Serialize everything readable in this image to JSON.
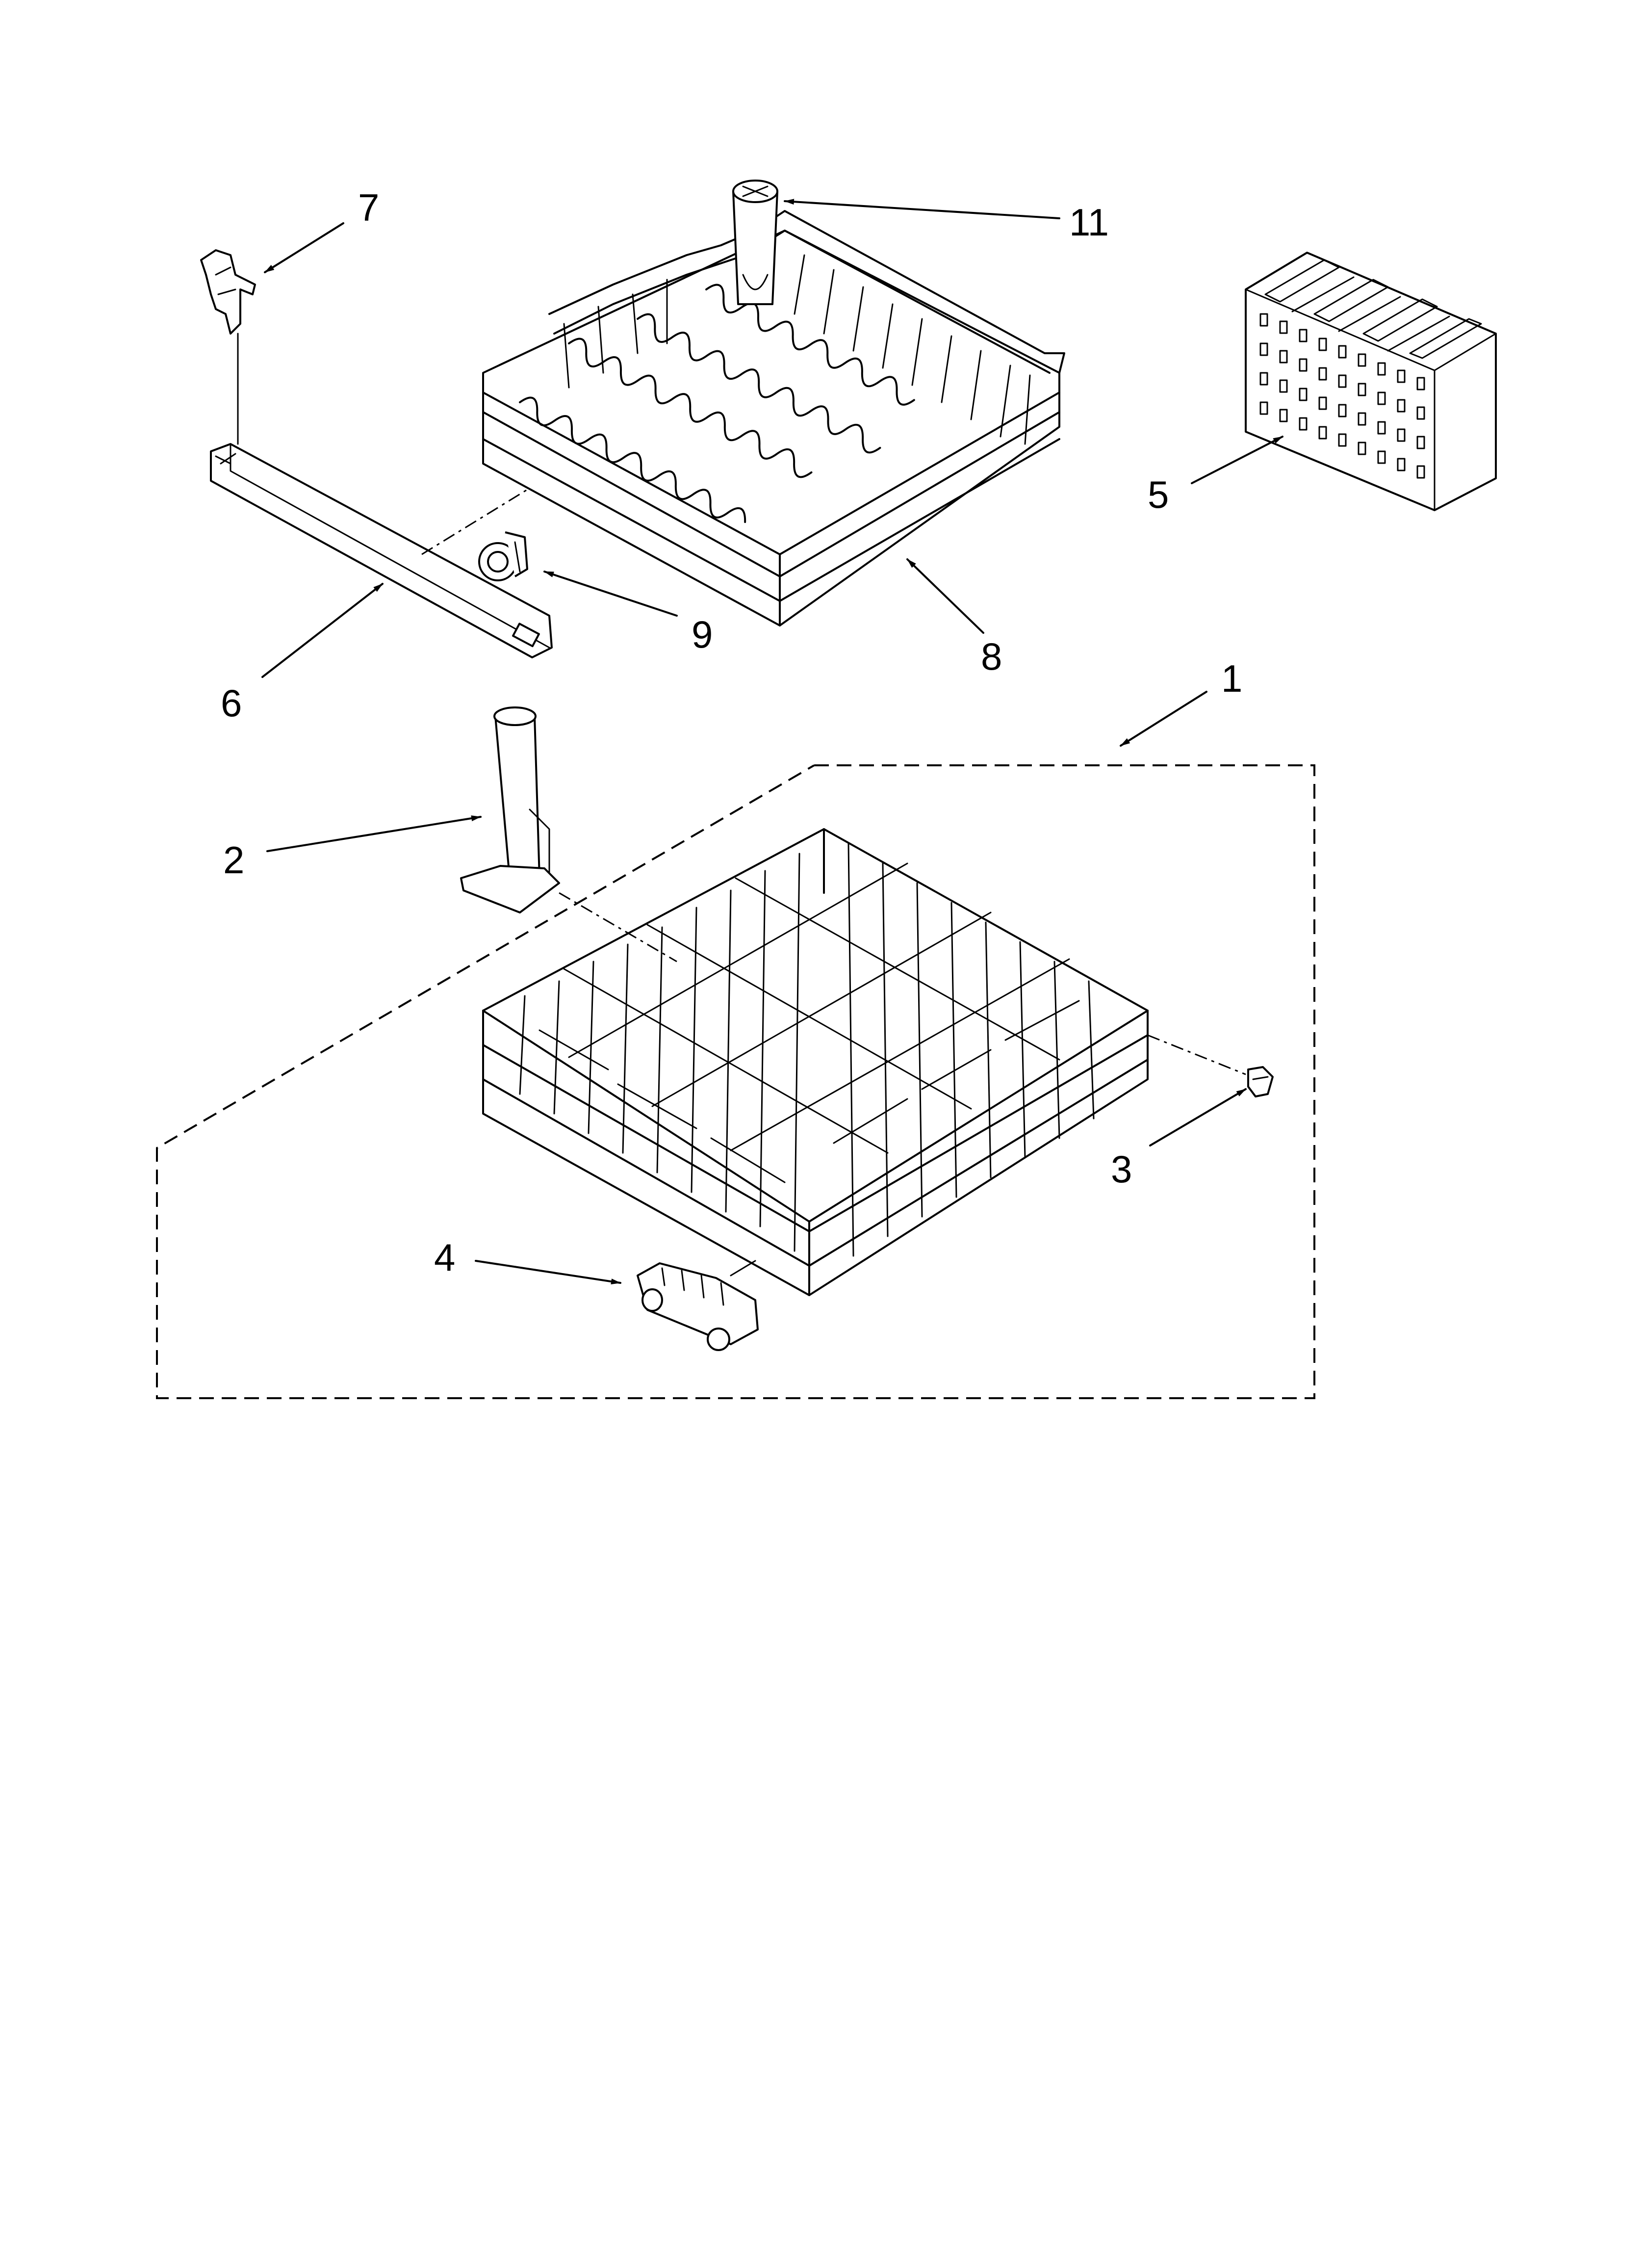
{
  "diagram": {
    "callouts": [
      {
        "id": "1",
        "text": "1"
      },
      {
        "id": "2",
        "text": "2"
      },
      {
        "id": "3",
        "text": "3"
      },
      {
        "id": "4",
        "text": "4"
      },
      {
        "id": "5",
        "text": "5"
      },
      {
        "id": "6",
        "text": "6"
      },
      {
        "id": "7",
        "text": "7"
      },
      {
        "id": "8",
        "text": "8"
      },
      {
        "id": "9",
        "text": "9"
      },
      {
        "id": "11",
        "text": "11"
      }
    ]
  }
}
